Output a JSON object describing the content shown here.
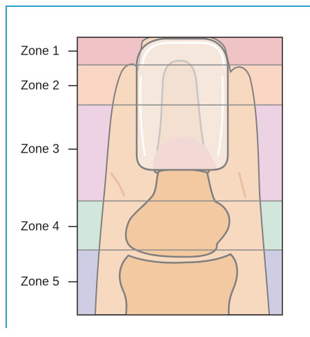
{
  "zones": [
    {
      "label": "Zone 1",
      "color": "#f0c3c6"
    },
    {
      "label": "Zone 2",
      "color": "#f9d6c4"
    },
    {
      "label": "Zone 3",
      "color": "#ecd2e2"
    },
    {
      "label": "Zone 4",
      "color": "#d2e7dc"
    },
    {
      "label": "Zone 5",
      "color": "#cfcde4"
    }
  ],
  "colors": {
    "border": "#29a3c9",
    "skin": "#f7d9bf",
    "skin_shadow": "#eec6a2",
    "bone": "#f2c9a0",
    "outline": "#7f7f7f",
    "nail": "#f3efee",
    "nail_bed": "#efb5ae"
  }
}
